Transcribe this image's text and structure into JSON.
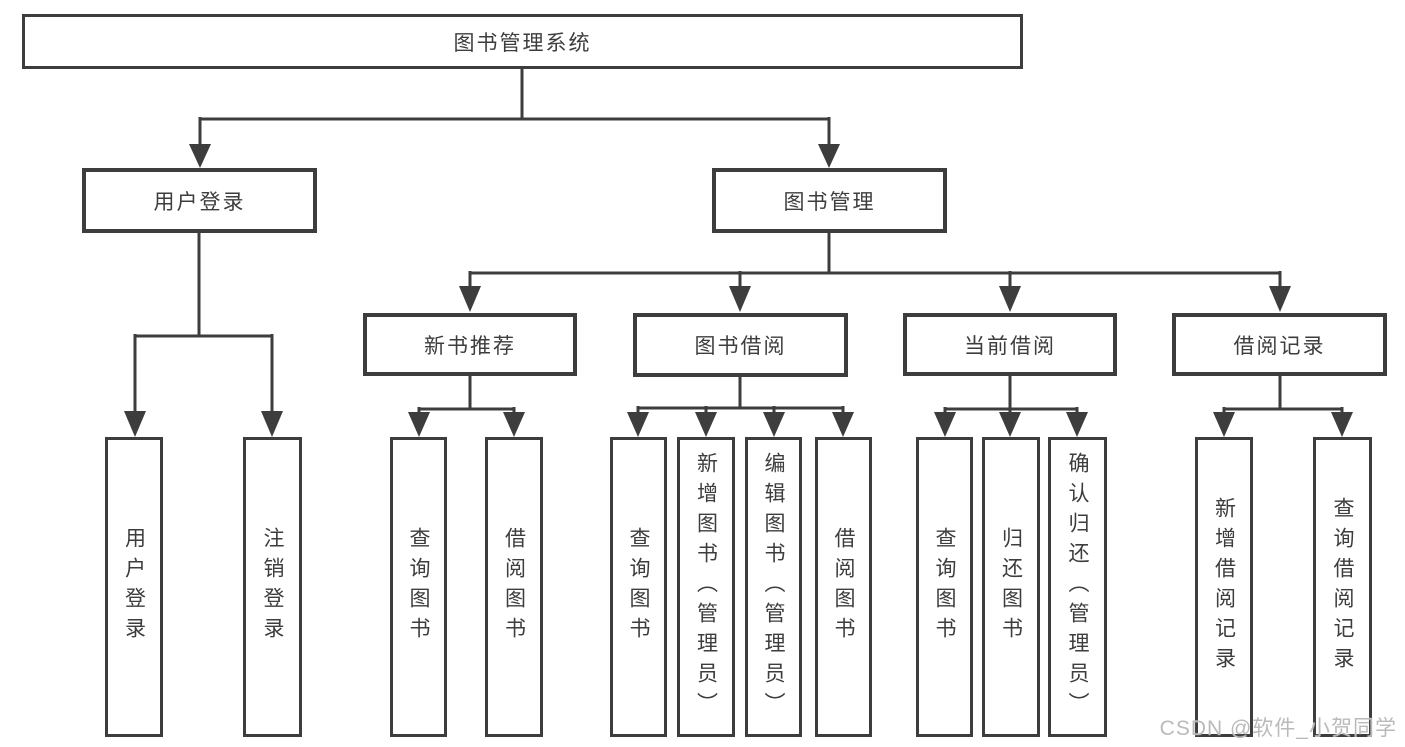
{
  "diagram": {
    "root": {
      "label": "图书管理系统"
    },
    "branches": [
      {
        "label": "用户登录",
        "children": [
          {
            "label": "用户登录"
          },
          {
            "label": "注销登录"
          }
        ]
      },
      {
        "label": "图书管理",
        "children": [
          {
            "label": "新书推荐",
            "children": [
              {
                "label": "查询图书"
              },
              {
                "label": "借阅图书"
              }
            ]
          },
          {
            "label": "图书借阅",
            "children": [
              {
                "label": "查询图书"
              },
              {
                "label": "新增图书（管理员）"
              },
              {
                "label": "编辑图书（管理员）"
              },
              {
                "label": "借阅图书"
              }
            ]
          },
          {
            "label": "当前借阅",
            "children": [
              {
                "label": "查询图书"
              },
              {
                "label": "归还图书"
              },
              {
                "label": "确认归还（管理员）"
              }
            ]
          },
          {
            "label": "借阅记录",
            "children": [
              {
                "label": "新增借阅记录"
              },
              {
                "label": "查询借阅记录"
              }
            ]
          }
        ]
      }
    ]
  },
  "watermark": {
    "text": "CSDN @软件_小贺同学"
  },
  "colors": {
    "line": "#3d3d3d",
    "text": "#3d3d3d",
    "background": "#ffffff",
    "watermark": "#b6b6b6"
  }
}
